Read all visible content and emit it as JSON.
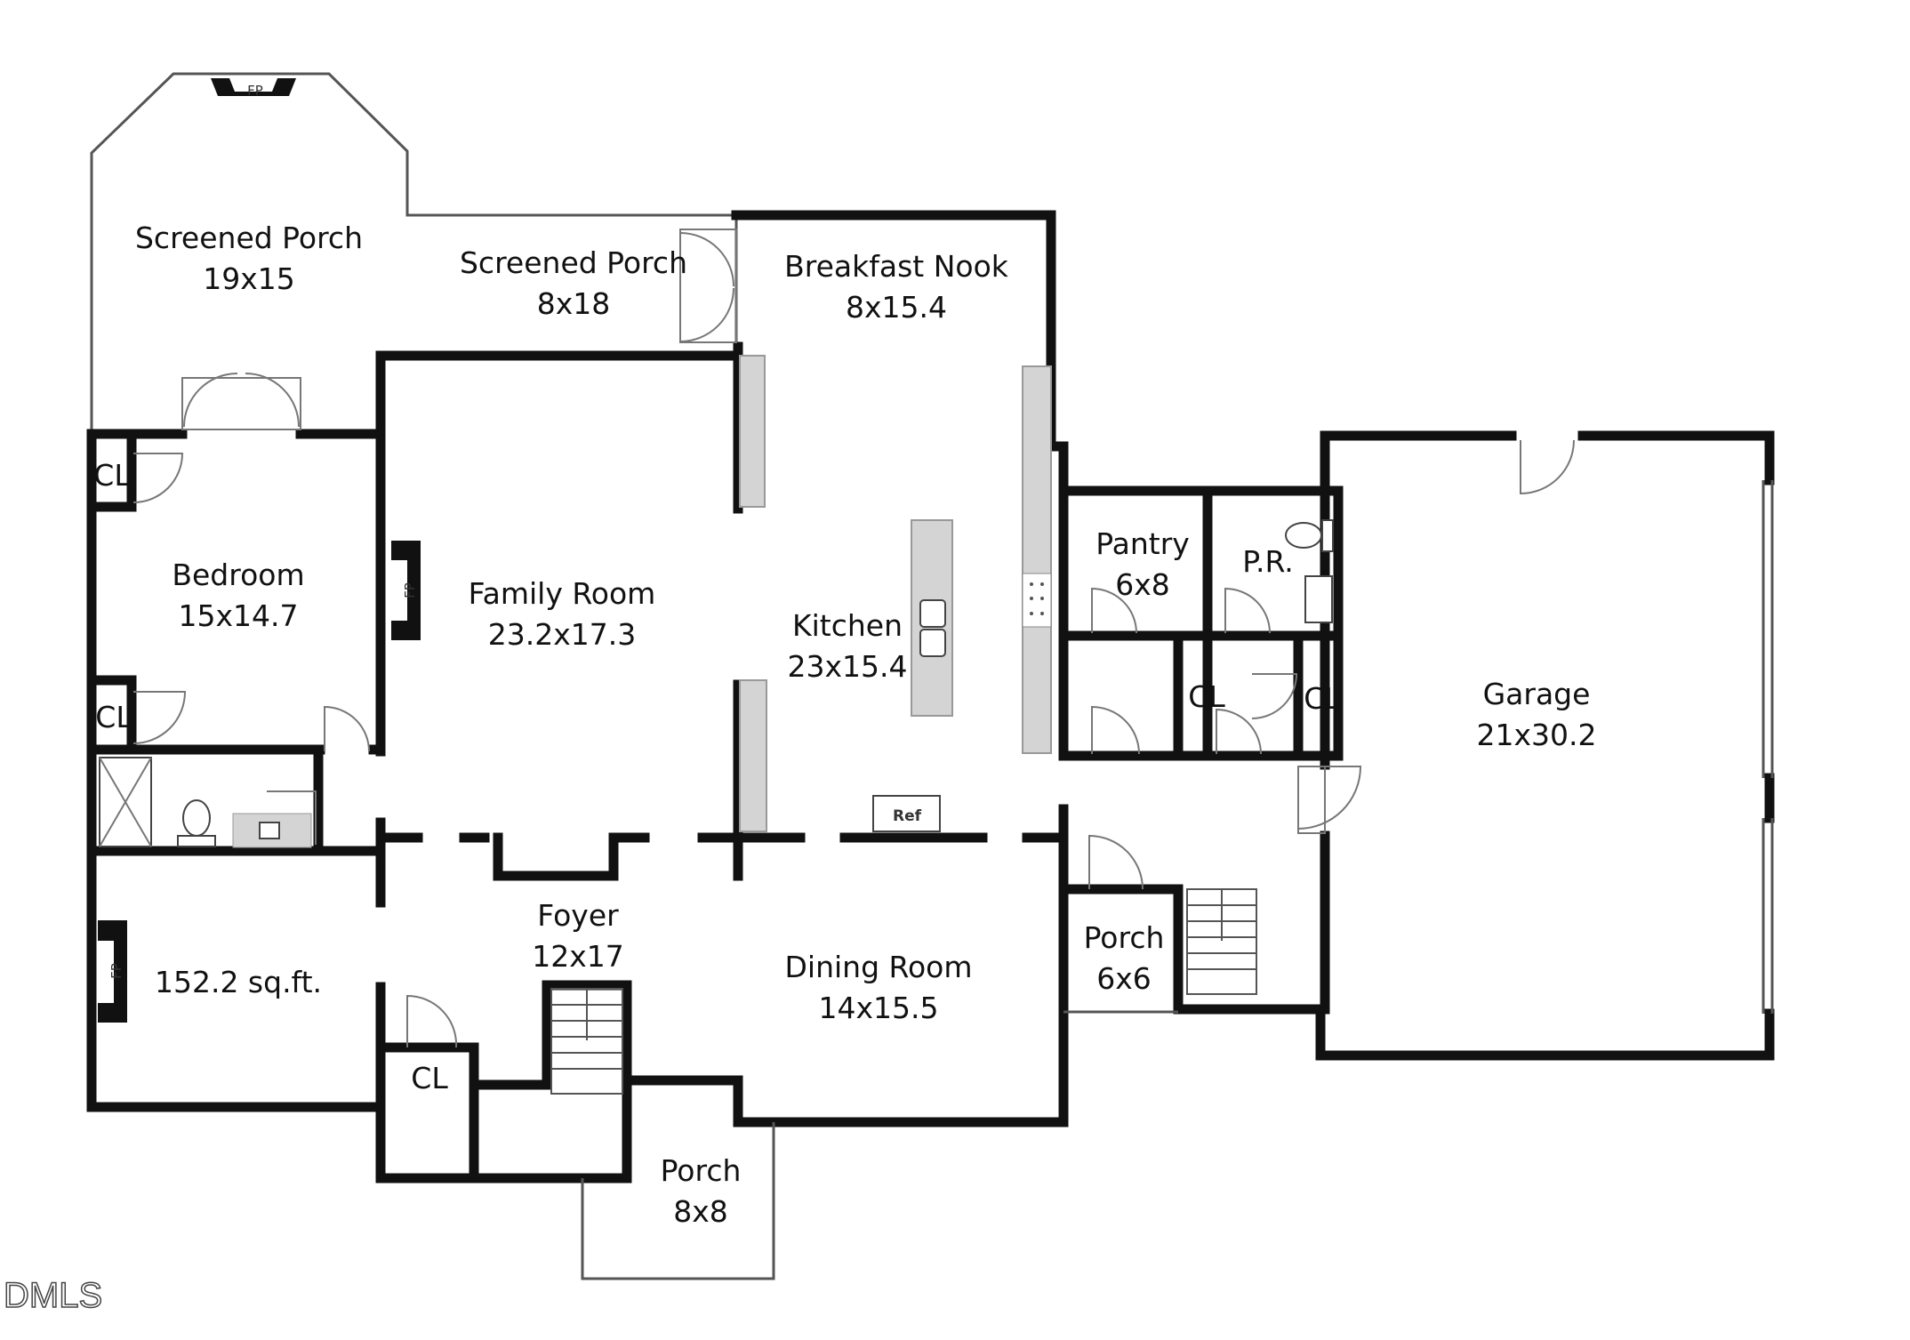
{
  "rooms": {
    "screened_porch_large": {
      "name": "Screened Porch",
      "size": "19x15"
    },
    "screened_porch_small": {
      "name": "Screened Porch",
      "size": "8x18"
    },
    "breakfast_nook": {
      "name": "Breakfast Nook",
      "size": "8x15.4"
    },
    "bedroom": {
      "name": "Bedroom",
      "size": "15x14.7"
    },
    "family_room": {
      "name": "Family Room",
      "size": "23.2x17.3"
    },
    "kitchen": {
      "name": "Kitchen",
      "size": "23x15.4"
    },
    "pantry": {
      "name": "Pantry",
      "size": "6x8"
    },
    "powder_room": {
      "name": "P.R."
    },
    "garage": {
      "name": "Garage",
      "size": "21x30.2"
    },
    "foyer": {
      "name": "Foyer",
      "size": "12x17"
    },
    "office": {
      "size": "152.2 sq.ft."
    },
    "dining_room": {
      "name": "Dining Room",
      "size": "14x15.5"
    },
    "porch_side": {
      "name": "Porch",
      "size": "6x6"
    },
    "porch_front": {
      "name": "Porch",
      "size": "8x8"
    }
  },
  "closets": {
    "bedroom_top": "CL",
    "bedroom_mid": "CL",
    "hall_left": "CL",
    "hall_right": "CL",
    "foyer": "CL"
  },
  "symbols": {
    "fireplace_porch": "FP",
    "fireplace_family": "FP",
    "fireplace_office": "FP",
    "refrigerator": "Ref"
  },
  "watermark": "DMLS"
}
